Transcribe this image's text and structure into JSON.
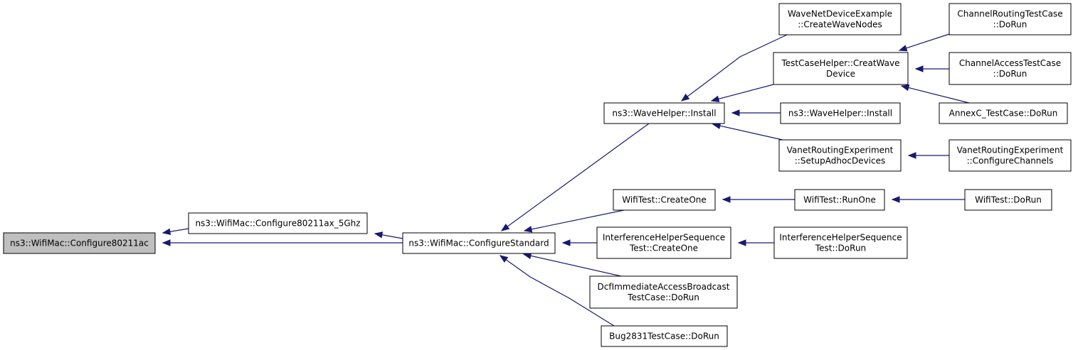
{
  "graph": {
    "nodes": [
      {
        "id": "n0",
        "lines": [
          "ns3::WifiMac::Configure80211ac"
        ],
        "highlighted": true
      },
      {
        "id": "n1",
        "lines": [
          "ns3::WifiMac::Configure80211ax_5Ghz"
        ]
      },
      {
        "id": "n2",
        "lines": [
          "ns3::WifiMac::ConfigureStandard"
        ]
      },
      {
        "id": "n3",
        "lines": [
          "ns3::WaveHelper::Install"
        ]
      },
      {
        "id": "n4",
        "lines": [
          "WifiTest::CreateOne"
        ]
      },
      {
        "id": "n5",
        "lines": [
          "InterferenceHelperSequence",
          "Test::CreateOne"
        ]
      },
      {
        "id": "n6",
        "lines": [
          "DcfImmediateAccessBroadcast",
          "TestCase::DoRun"
        ]
      },
      {
        "id": "n7",
        "lines": [
          "Bug2831TestCase::DoRun"
        ]
      },
      {
        "id": "n8",
        "lines": [
          "WaveNetDeviceExample",
          "::CreateWaveNodes"
        ]
      },
      {
        "id": "n9",
        "lines": [
          "TestCaseHelper::CreatWave",
          "Device"
        ]
      },
      {
        "id": "n10",
        "lines": [
          "ns3::WaveHelper::Install"
        ]
      },
      {
        "id": "n11",
        "lines": [
          "VanetRoutingExperiment",
          "::SetupAdhocDevices"
        ]
      },
      {
        "id": "n12",
        "lines": [
          "WifiTest::RunOne"
        ]
      },
      {
        "id": "n13",
        "lines": [
          "InterferenceHelperSequence",
          "Test::DoRun"
        ]
      },
      {
        "id": "n14",
        "lines": [
          "ChannelRoutingTestCase",
          "::DoRun"
        ]
      },
      {
        "id": "n15",
        "lines": [
          "ChannelAccessTestCase",
          "::DoRun"
        ]
      },
      {
        "id": "n16",
        "lines": [
          "AnnexC_TestCase::DoRun"
        ]
      },
      {
        "id": "n17",
        "lines": [
          "VanetRoutingExperiment",
          "::ConfigureChannels"
        ]
      },
      {
        "id": "n18",
        "lines": [
          "WifiTest::DoRun"
        ]
      }
    ],
    "edges": [
      {
        "from": "n1",
        "to": "n0"
      },
      {
        "from": "n2",
        "to": "n0"
      },
      {
        "from": "n2",
        "to": "n1"
      },
      {
        "from": "n3",
        "to": "n2"
      },
      {
        "from": "n4",
        "to": "n2"
      },
      {
        "from": "n5",
        "to": "n2"
      },
      {
        "from": "n6",
        "to": "n2"
      },
      {
        "from": "n7",
        "to": "n2"
      },
      {
        "from": "n8",
        "to": "n3"
      },
      {
        "from": "n9",
        "to": "n3"
      },
      {
        "from": "n10",
        "to": "n3"
      },
      {
        "from": "n11",
        "to": "n3"
      },
      {
        "from": "n12",
        "to": "n4"
      },
      {
        "from": "n13",
        "to": "n5"
      },
      {
        "from": "n14",
        "to": "n9"
      },
      {
        "from": "n15",
        "to": "n9"
      },
      {
        "from": "n16",
        "to": "n9"
      },
      {
        "from": "n17",
        "to": "n11"
      },
      {
        "from": "n18",
        "to": "n12"
      }
    ]
  }
}
